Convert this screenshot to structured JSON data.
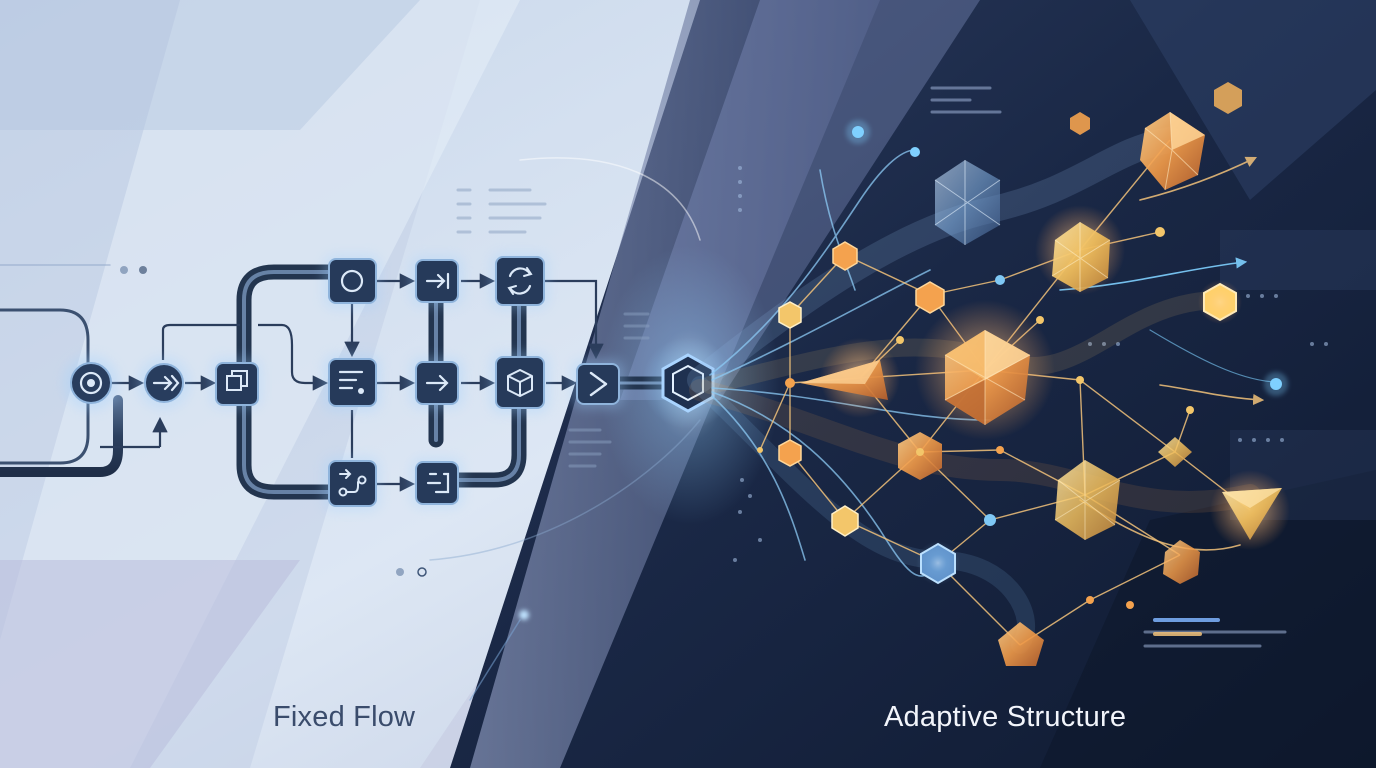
{
  "captions": {
    "left": "Fixed Flow",
    "right": "Adaptive Structure"
  },
  "colors": {
    "left_background": "#d4e0f0",
    "right_background": "#16223e",
    "node_fill": "#263a5a",
    "node_glow": "#9fd0ff",
    "pipe": "#2f4464",
    "polyhedron_orange": "#f0a04a",
    "polyhedron_gold": "#f3c66a",
    "polyhedron_blue": "#7fb4e6",
    "caption_left": "#3a4c6c",
    "caption_right": "#f2f5fb",
    "edge_line": "#f2c27a"
  },
  "flow_nodes": [
    {
      "id": "start",
      "icon": "circle-target-icon"
    },
    {
      "id": "enter",
      "icon": "double-arrow-right-icon"
    },
    {
      "id": "copy",
      "icon": "overlapping-squares-icon"
    },
    {
      "id": "circle",
      "icon": "circle-icon"
    },
    {
      "id": "list",
      "icon": "document-list-icon"
    },
    {
      "id": "branch",
      "icon": "branch-icon"
    },
    {
      "id": "fast-forward",
      "icon": "arrow-bar-right-icon"
    },
    {
      "id": "arrow",
      "icon": "arrow-right-icon"
    },
    {
      "id": "exit",
      "icon": "exit-bracket-icon"
    },
    {
      "id": "refresh",
      "icon": "refresh-icon"
    },
    {
      "id": "cube",
      "icon": "cube-icon"
    },
    {
      "id": "play",
      "icon": "chevron-right-icon"
    },
    {
      "id": "gateway",
      "icon": "hexagon-icon"
    }
  ]
}
